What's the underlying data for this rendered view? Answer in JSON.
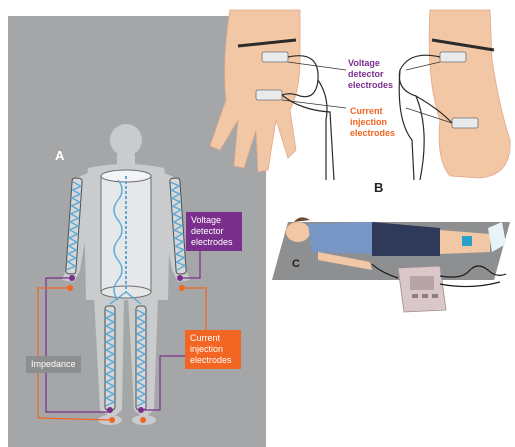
{
  "panel_a": {
    "letter": "A",
    "voltage_label_lines": [
      "Voltage",
      "detector",
      "electrodes"
    ],
    "current_label_lines": [
      "Current",
      "injection",
      "electrodes"
    ],
    "impedance_label": "Impedance"
  },
  "panel_b": {
    "letter": "B",
    "voltage_label_lines": [
      "Voltage",
      "detector",
      "electrodes"
    ],
    "current_label_lines": [
      "Current",
      "injection",
      "electrodes"
    ]
  },
  "panel_c": {
    "letter": "C"
  },
  "colors": {
    "voltage": "#7a2f8c",
    "current": "#f26522",
    "panel_background": "#a4a6a8",
    "coil": "#5aa9d6"
  }
}
